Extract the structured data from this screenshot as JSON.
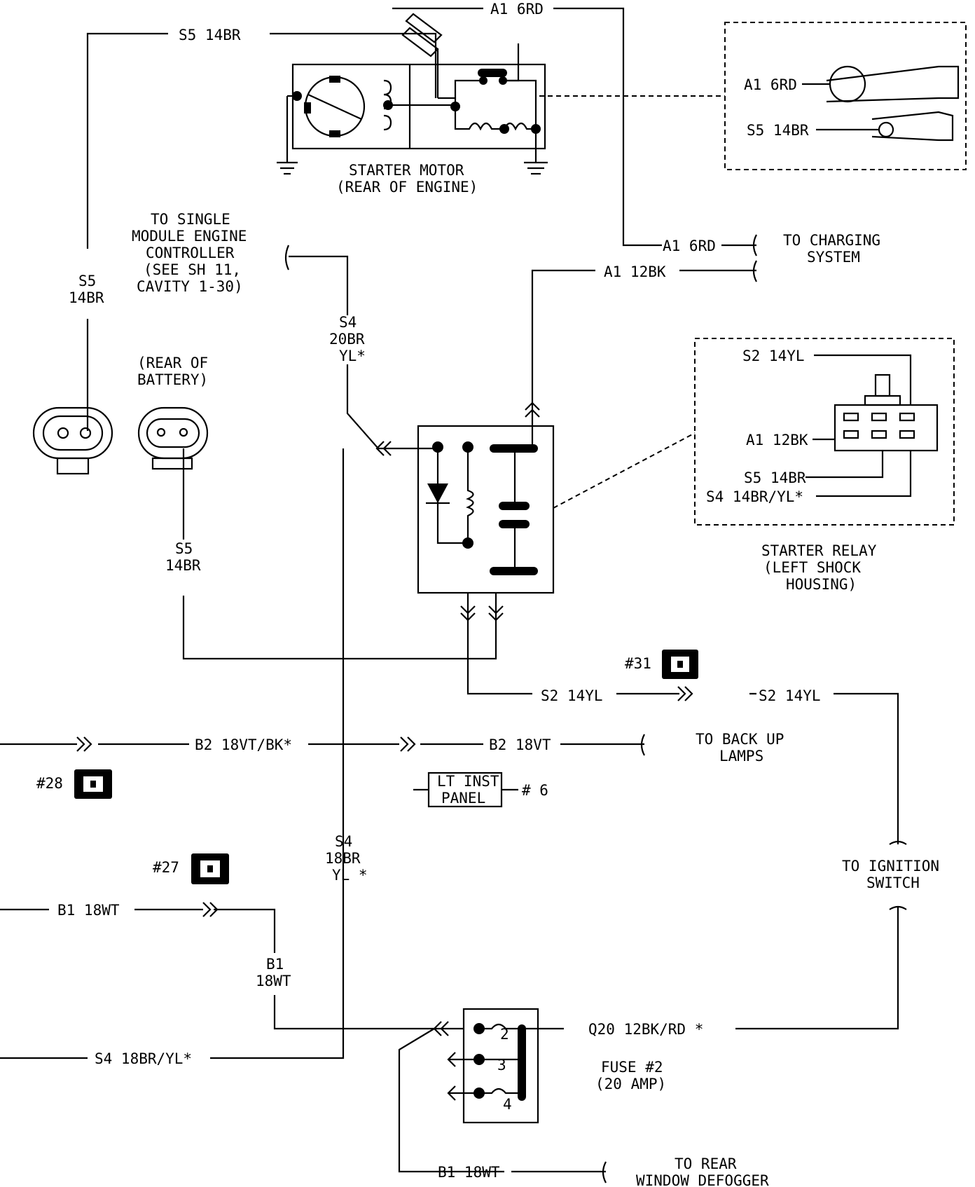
{
  "wires": {
    "top_a1": "A1 6RD",
    "top_s5": "S5 14BR",
    "s5_left_1": "S5",
    "s5_left_2": "14BR",
    "a1_charging": "A1 6RD",
    "a1_12bk": "A1 12BK",
    "s4_top_1": "S4",
    "s4_top_2": "20BR",
    "s4_top_3": "YL*",
    "s5_mid_1": "S5",
    "s5_mid_2": "14BR",
    "s2_a": "S2 14YL",
    "s2_b": "S2 14YL",
    "b2_a": "B2 18VT/BK*",
    "b2_b": "B2 18VT",
    "s4_low_1": "S4",
    "s4_low_2": "18BR",
    "s4_low_3": "YL *",
    "b1_a": "B1 18WT",
    "b1_v1": "B1",
    "b1_v2": "18WT",
    "s4_bottom": "S4 18BR/YL*",
    "q20": "Q20 12BK/RD *",
    "b1_bottom": "B1 18WT"
  },
  "components": {
    "starter_motor_1": "STARTER MOTOR",
    "starter_motor_2": "(REAR OF ENGINE)",
    "battery_1": "(REAR OF",
    "battery_2": "BATTERY)",
    "relay_1": "STARTER RELAY",
    "relay_2": "(LEFT SHOCK",
    "relay_3": "HOUSING)",
    "fuse_1": "FUSE #2",
    "fuse_2": "(20 AMP)",
    "panel_1": "LT INST",
    "panel_2": "PANEL",
    "panel_num": "# 6"
  },
  "destinations": {
    "smec_1": "TO SINGLE",
    "smec_2": "MODULE ENGINE",
    "smec_3": "CONTROLLER",
    "smec_4": "(SEE SH 11,",
    "smec_5": "CAVITY 1-30)",
    "charging_1": "TO CHARGING",
    "charging_2": "SYSTEM",
    "backup_1": "TO BACK UP",
    "backup_2": "LAMPS",
    "ignition_1": "TO IGNITION",
    "ignition_2": "SWITCH",
    "defogger_1": "TO REAR",
    "defogger_2": "WINDOW DEFOGGER"
  },
  "terminal_view": {
    "a1": "A1 6RD",
    "s5": "S5 14BR"
  },
  "relay_view": {
    "s2": "S2 14YL",
    "a1": "A1 12BK",
    "s5": "S5 14BR",
    "s4": "S4 14BR/YL*"
  },
  "connectors": {
    "c31": "#31",
    "c28": "#28",
    "c27": "#27"
  },
  "fuse_pins": {
    "p2": "2",
    "p3": "3",
    "p4": "4"
  }
}
